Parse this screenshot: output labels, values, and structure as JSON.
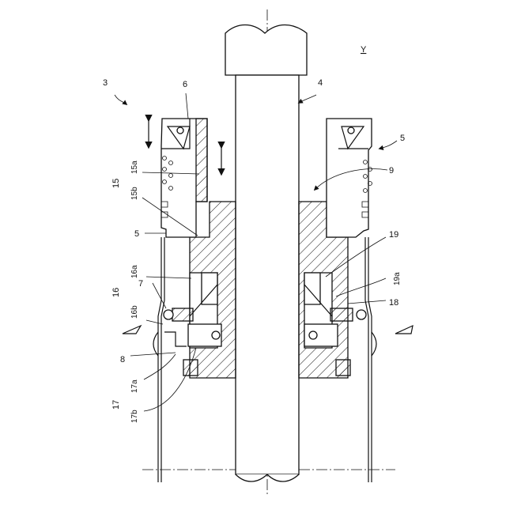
{
  "figure": {
    "view_label": "Y",
    "callouts": {
      "c3": "3",
      "c4": "4",
      "c5_right": "5",
      "c5_left": "5",
      "c6": "6",
      "c7": "7",
      "c8": "8",
      "c9": "9",
      "c15": "15",
      "c15a": "15a",
      "c15b": "15b",
      "c16": "16",
      "c16a": "16a",
      "c16b": "16b",
      "c17": "17",
      "c17a": "17a",
      "c17b": "17b",
      "c18": "18",
      "c19": "19",
      "c19a": "19a"
    }
  }
}
